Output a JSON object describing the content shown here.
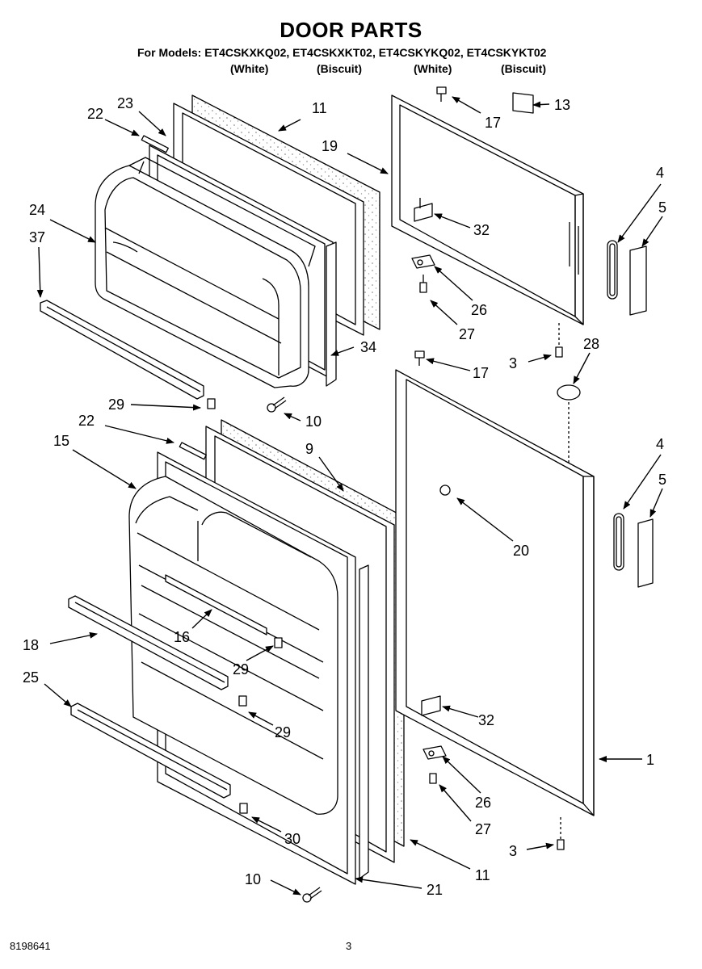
{
  "title": "DOOR PARTS",
  "models_line": "For Models: ET4CSKXKQ02, ET4CSKXKT02, ET4CSKYKQ02, ET4CSKYKT02",
  "colors": [
    "(White)",
    "(Biscuit)",
    "(White)",
    "(Biscuit)"
  ],
  "callouts": [
    "22",
    "23",
    "11",
    "24",
    "37",
    "34",
    "29",
    "22",
    "9",
    "15",
    "10",
    "16",
    "18",
    "29",
    "25",
    "29",
    "30",
    "10",
    "21",
    "11",
    "17",
    "13",
    "19",
    "4",
    "5",
    "32",
    "26",
    "27",
    "3",
    "28",
    "17",
    "4",
    "5",
    "20",
    "32",
    "1",
    "26",
    "27",
    "3"
  ],
  "footer": {
    "doc_number": "8198641",
    "page": "3"
  }
}
